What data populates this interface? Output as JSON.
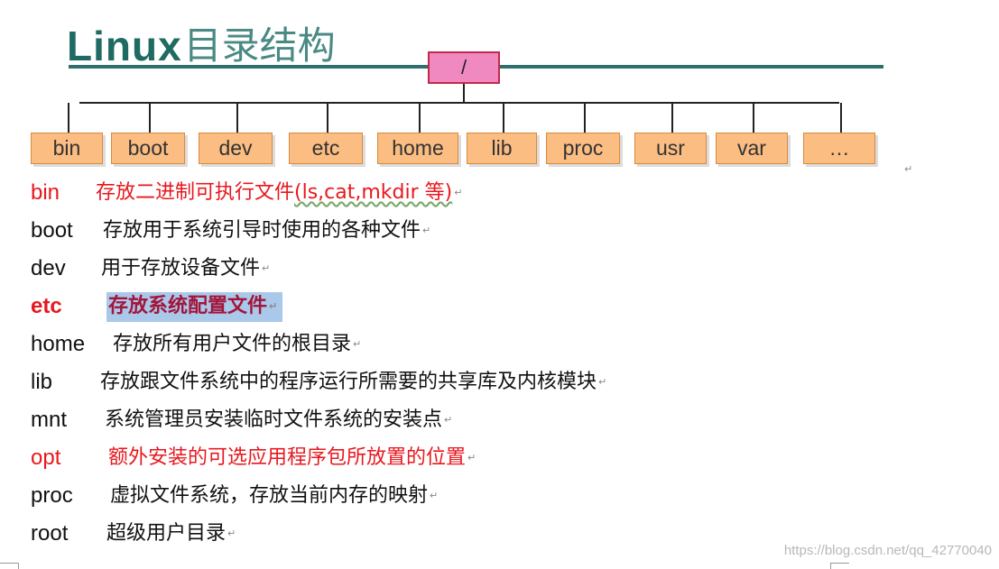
{
  "title": {
    "en": "Linux",
    "cn": "目录结构"
  },
  "root_dir": "/",
  "dirs": [
    "bin",
    "boot",
    "dev",
    "etc",
    "home",
    "lib",
    "proc",
    "usr",
    "var",
    "…"
  ],
  "paragraph_mark": "↵",
  "entries": [
    {
      "name": "bin",
      "desc": "存放二进制可执行文件(ls,cat,mkdir 等)",
      "color": "#e8181e"
    },
    {
      "name": "boot",
      "desc": "存放用于系统引导时使用的各种文件",
      "color": "#111111"
    },
    {
      "name": "dev",
      "desc": "用于存放设备文件",
      "color": "#111111"
    },
    {
      "name": "etc",
      "desc": "存放系统配置文件",
      "color": "#e8181e",
      "highlight_color": "#a9c8ea"
    },
    {
      "name": "home",
      "desc": "存放所有用户文件的根目录",
      "color": "#111111"
    },
    {
      "name": "lib",
      "desc": "存放跟文件系统中的程序运行所需要的共享库及内核模块",
      "color": "#111111"
    },
    {
      "name": "mnt",
      "desc": "系统管理员安装临时文件系统的安装点",
      "color": "#111111"
    },
    {
      "name": "opt",
      "desc": "额外安装的可选应用程序包所放置的位置",
      "color": "#e8181e"
    },
    {
      "name": "proc",
      "desc": "虚拟文件系统，存放当前内存的映射",
      "color": "#111111"
    },
    {
      "name": "root",
      "desc": "超级用户目录",
      "color": "#111111"
    }
  ],
  "watermark": "https://blog.csdn.net/qq_42770040",
  "colors": {
    "title": "#1f6b63",
    "root_box": "#f089bf",
    "dir_box": "#fbbd82",
    "line": "#2e6f6a"
  }
}
